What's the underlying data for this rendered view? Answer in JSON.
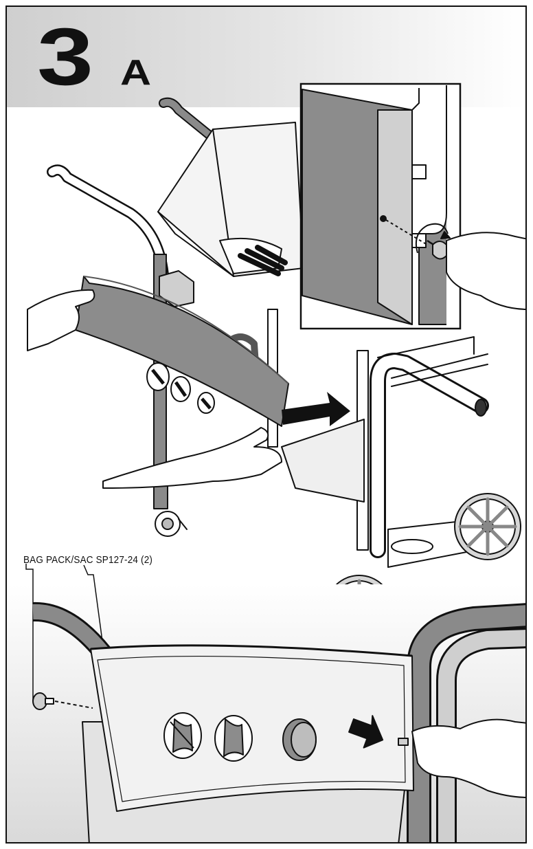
{
  "step": {
    "number": "3",
    "letter": "A"
  },
  "labels": {
    "bag_pack": "BAG PACK/SAC SP127-24 (2)"
  },
  "colors": {
    "panel_gray": "#8c8c8c",
    "frame_gray": "#7a7a7a",
    "light_gray": "#e3e3e3",
    "ink": "#111111"
  }
}
